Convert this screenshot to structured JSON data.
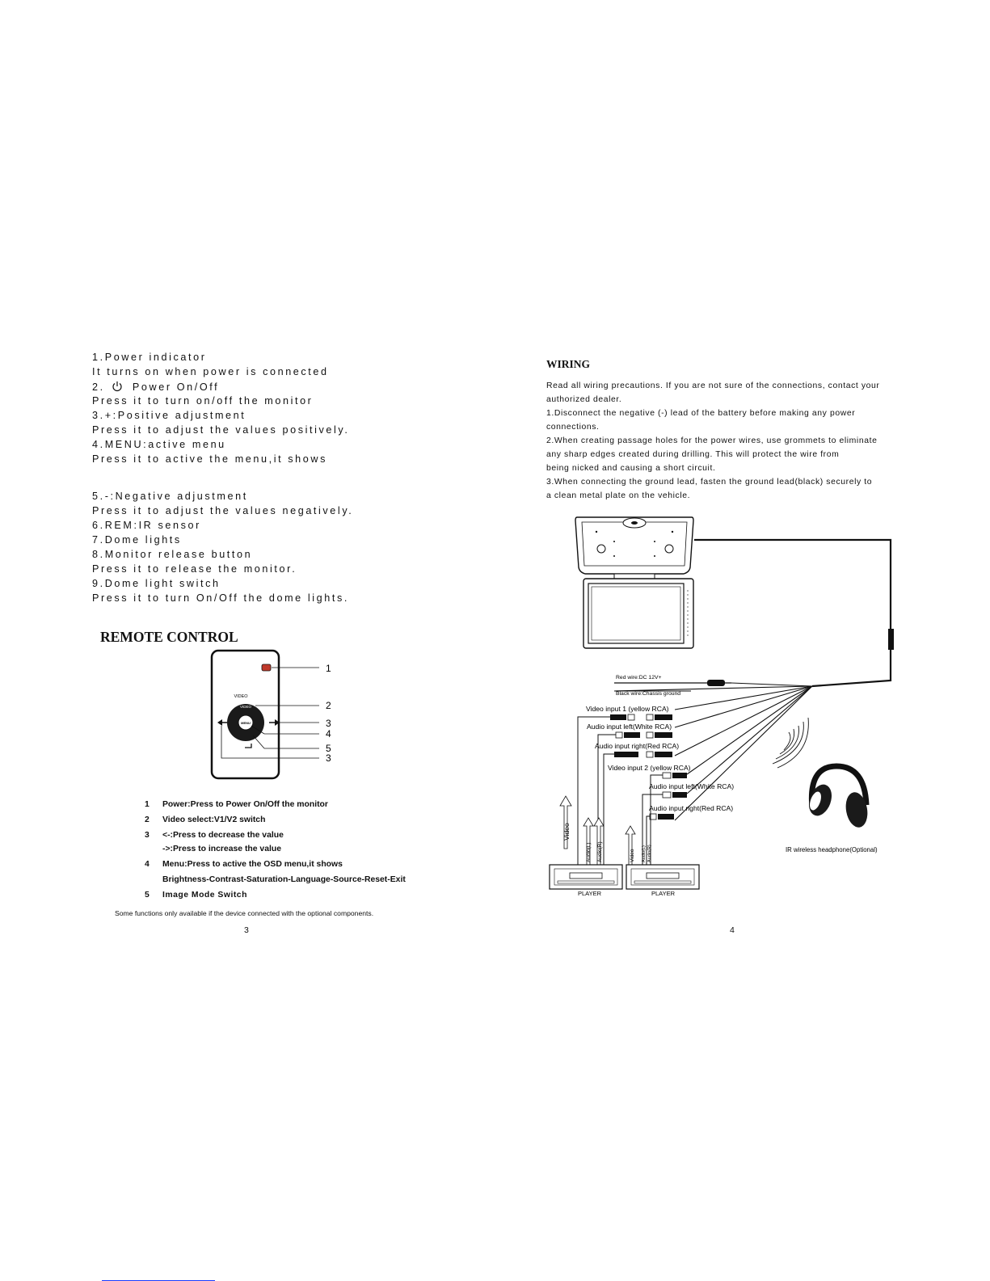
{
  "left": {
    "features": [
      "1.Power indicator",
      "It turns on when power is connected",
      "2.",
      "Power On/Off",
      "Press it to turn on/off the monitor",
      "3.+:Positive adjustment",
      "Press it to adjust the values positively.",
      "4.MENU:active menu",
      "Press it to active the menu,it shows",
      "5.-:Negative adjustment",
      "Press it to adjust the values negatively.",
      "6.REM:IR sensor",
      "7.Dome lights",
      "8.Monitor release button",
      "Press it to release the monitor.",
      "9.Dome light switch",
      "Press it to turn On/Off the dome  lights."
    ],
    "remote_heading": "REMOTE CONTROL",
    "remote_labels": {
      "video_outer": "VIDEO",
      "video_inner": "VIDEO",
      "menu": "MENU",
      "callouts": [
        "1",
        "2",
        "3",
        "4",
        "5",
        "3"
      ]
    },
    "legend": [
      {
        "num": "1",
        "text": "Power:Press to Power On/Off the monitor"
      },
      {
        "num": "2",
        "text": "Video select:V1/V2 switch"
      },
      {
        "num": "3",
        "text": "<-:Press to decrease the value"
      },
      {
        "num": "",
        "text": "->:Press to increase the  value"
      },
      {
        "num": "4",
        "text": "Menu:Press to active the OSD menu,it shows"
      },
      {
        "num": "",
        "text": "Brightness-Contrast-Saturation-Language-Source-Reset-Exit"
      },
      {
        "num": "5",
        "text": "Image Mode Switch"
      }
    ],
    "footnote": "Some functions only available if the device connected with  the optional components.",
    "page_number": "3"
  },
  "right": {
    "heading": "WIRING",
    "paragraph": [
      "Read all wiring precautions. If you are not sure of  the connections, contact your",
      "authorized dealer.",
      "1.Disconnect the negative (-) lead of the battery before making any power",
      "connections.",
      "2.When creating passage holes for the power wires, use grommets to eliminate",
      "any sharp edges created during drilling. This will protect  the wire from",
      "being nicked and causing a short circuit.",
      "3.When connecting the ground lead, fasten the ground lead(black) securely to",
      "a clean metal plate on the vehicle."
    ],
    "diagram": {
      "red_wire": "Red wire:DC 12V+",
      "black_wire": "Black wire:Chassis ground",
      "video1": "Video input 1 (yellow RCA)",
      "audio_left1": "Audio input left(White RCA)",
      "audio_right1": "Audio input right(Red RCA)",
      "video2": "Video input 2 (yellow RCA)",
      "audio_left2": "Audio input left(White RCA)",
      "audio_right2": "Audio input right(Red RCA)",
      "video_arrow": "Video",
      "audio_l_arrow": "Audio(L)",
      "audio_r_arrow": "Audio(R)",
      "video_arrow2": "Video",
      "audio_l_arrow2": "Audio(L)",
      "audio_r_arrow2": "Audio(R)",
      "player1": "PLAYER",
      "player2": "PLAYER",
      "headphone": "IR wireless headphone(Optional)"
    },
    "page_number": "4"
  }
}
